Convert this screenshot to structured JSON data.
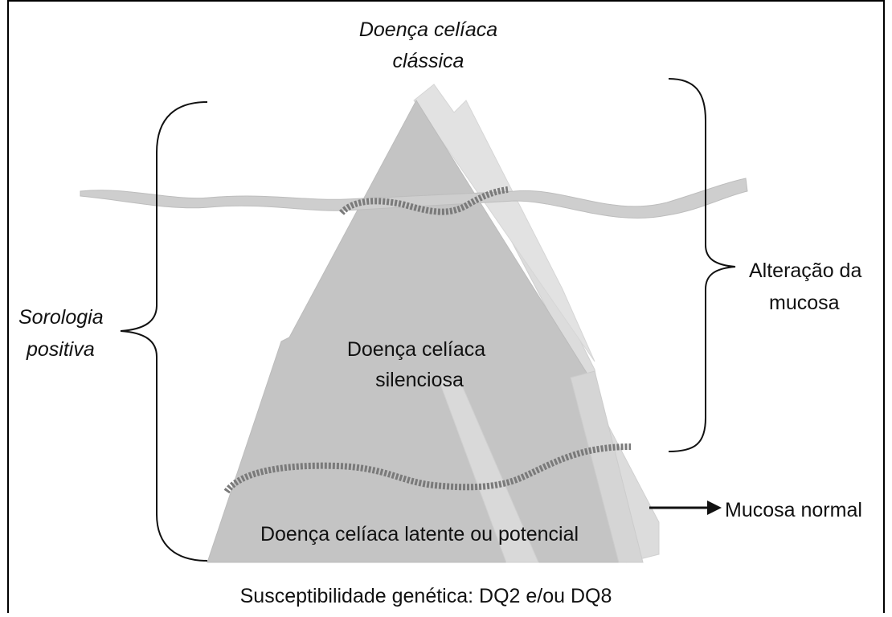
{
  "diagram": {
    "top_label_line1": "Doença celíaca",
    "top_label_line2": "clássica",
    "middle_label_line1": "Doença celíaca",
    "middle_label_line2": "silenciosa",
    "bottom_label": "Doença celíaca latente ou potencial",
    "left_label_line1": "Sorologia",
    "left_label_line2": "positiva",
    "right_label_line1": "Alteração da",
    "right_label_line2": "mucosa",
    "arrow_label": "Mucosa normal",
    "footer_label": "Susceptibilidade genética: DQ2 e/ou DQ8"
  },
  "colors": {
    "pyramid_front": "#c4c4c4",
    "pyramid_side": "#dedede",
    "water_band": "#cfcfcf",
    "squiggle": "#7a7a7a",
    "text": "#111111"
  }
}
